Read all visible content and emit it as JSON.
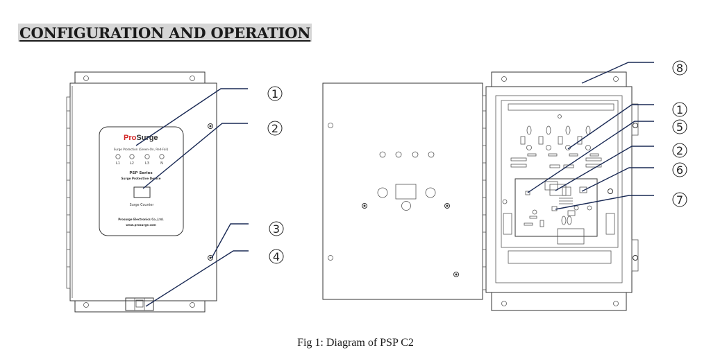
{
  "heading": "CONFIGURATION AND OPERATION",
  "caption": "Fig 1: Diagram of PSP C2",
  "front_panel": {
    "brand_pre": "Pr",
    "brand_o": "o",
    "brand_post": "Surge",
    "indicator_title": "Surge Protection (Green-On, Red-Fail)",
    "indicators": [
      "L1",
      "L2",
      "L3",
      "N"
    ],
    "series": "PSP Series",
    "device": "Surge Protective Device",
    "counter_label": "Surge Counter",
    "company": "Prosurge Electronics Co.,Ltd.",
    "website": "www.prosurge.com"
  },
  "callouts": {
    "left": [
      "1",
      "2",
      "3",
      "4"
    ],
    "right": [
      "8",
      "1",
      "5",
      "2",
      "6",
      "7"
    ]
  },
  "colors": {
    "brand_red": "#d22323",
    "heading_bg": "#d6d6d6",
    "leader": "#1a2a55"
  }
}
